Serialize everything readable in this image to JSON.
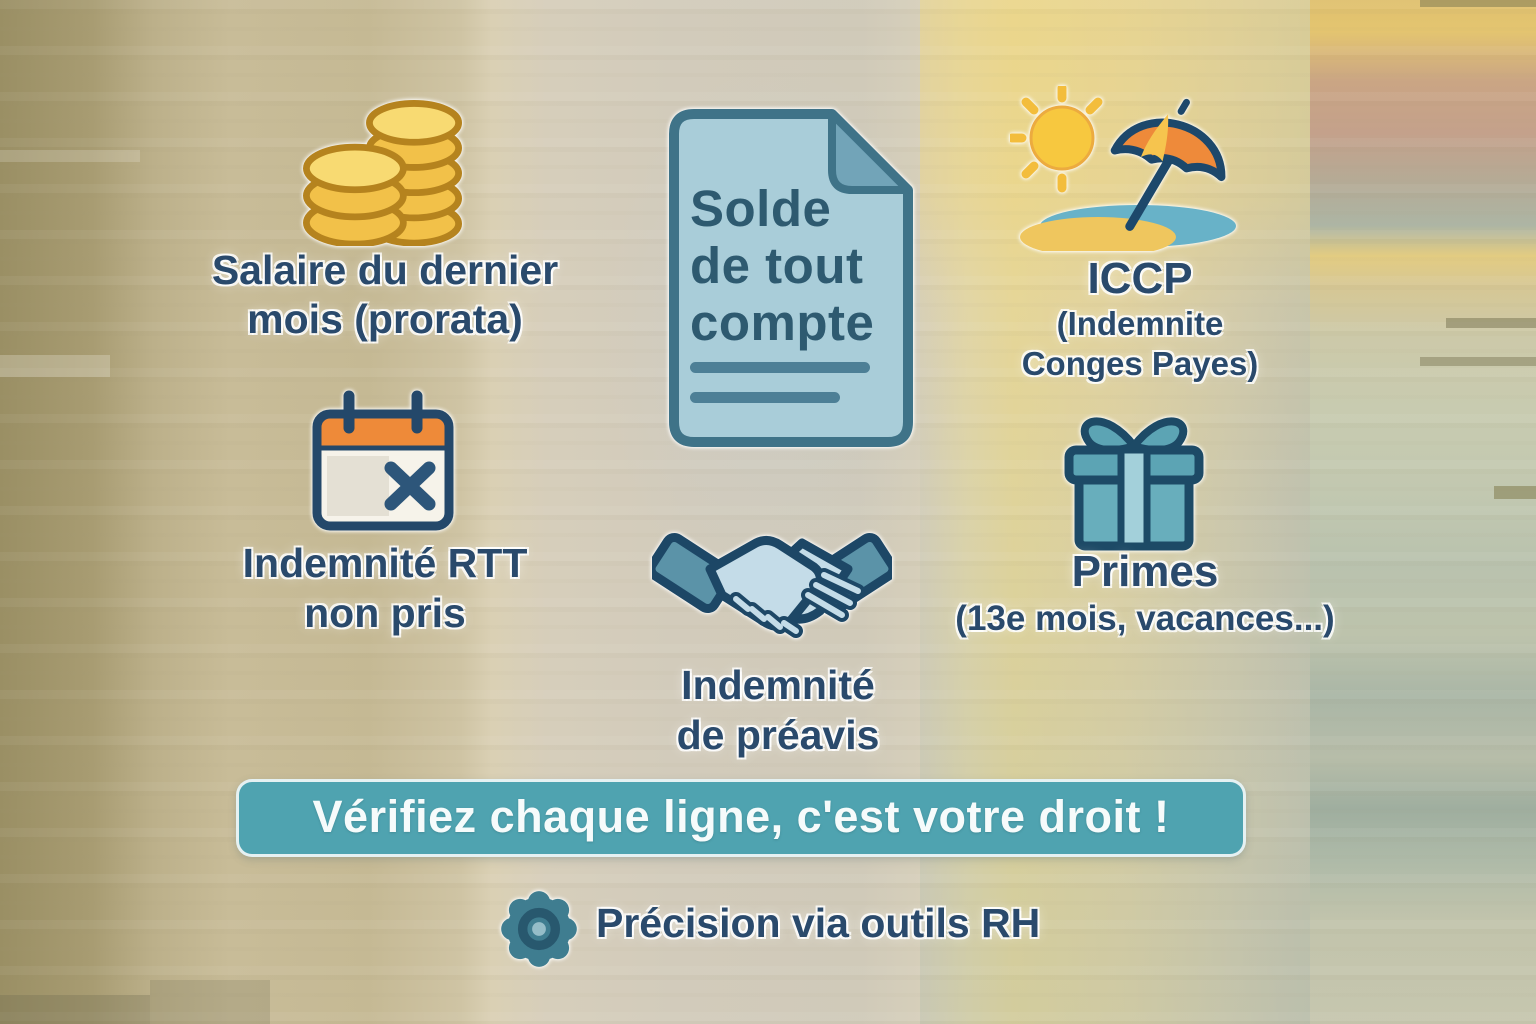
{
  "title": "Solde de tout compte",
  "items": {
    "salaire": {
      "icon": "coins-icon",
      "line1": "Salaire du dernier",
      "line2": "mois (prorata)"
    },
    "document": {
      "icon": "document-icon",
      "line1": "Solde",
      "line2": "de tout",
      "line3": "compte"
    },
    "iccp": {
      "icon": "sun-beach-umbrella-icon",
      "line1": "ICCP",
      "line2": "(Indemnite",
      "line3": "Conges Payes)"
    },
    "rtt": {
      "icon": "calendar-x-icon",
      "line1": "Indemnité RTT",
      "line2": "non pris"
    },
    "preavis": {
      "icon": "handshake-icon",
      "line1": "Indemnité",
      "line2": "de préavis"
    },
    "primes": {
      "icon": "gift-icon",
      "line1": "Primes",
      "line2": "(13e mois, vacances...)"
    }
  },
  "banner": {
    "text": "Vérifiez chaque ligne, c'est votre droit !"
  },
  "footer": {
    "icon": "gear-icon",
    "text": "Précision via outils RH"
  },
  "colors": {
    "text_navy": "#2a4a6c",
    "document_fill": "#a9cdd9",
    "document_text": "#2e5a70",
    "banner_fill": "#4fa3b0",
    "banner_text": "#f6fbfb",
    "accent_teal": "#5ca4b4",
    "coin_gold": "#f2c149",
    "calendar_orange": "#ee8a39",
    "umbrella_orange": "#ee8a3a",
    "sun_yellow": "#f7c83f"
  }
}
